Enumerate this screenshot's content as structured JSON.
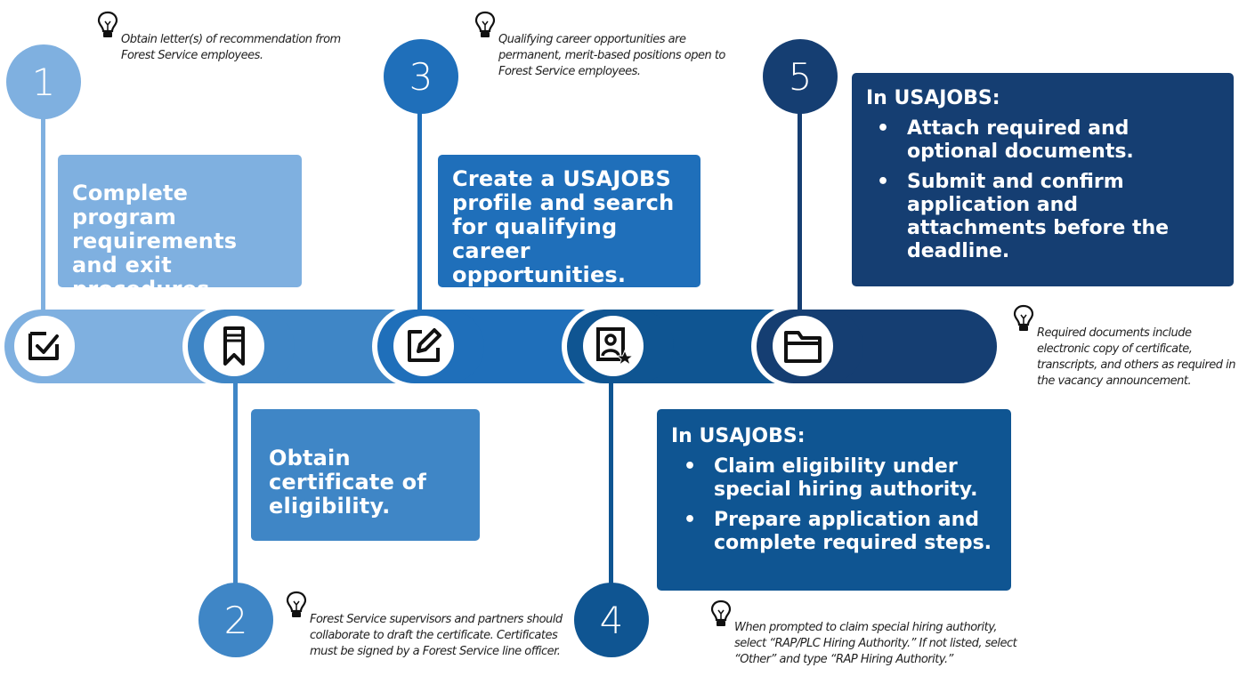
{
  "colors": {
    "step1": "#7fb0e0",
    "step2": "#3f86c6",
    "step3": "#1f6fba",
    "step4": "#0f5592",
    "step5": "#153e72"
  },
  "steps": [
    {
      "number": "1",
      "icon": "checklist-icon",
      "text": "Complete program requirements and exit procedures.",
      "note": "Obtain letter(s) of recommendation from Forest Service employees."
    },
    {
      "number": "2",
      "icon": "bookmark-icon",
      "text": "Obtain certificate of eligibility.",
      "note": "Forest Service supervisors and partners should collaborate to draft the certificate. Certificates must be signed by a Forest Service line officer."
    },
    {
      "number": "3",
      "icon": "edit-icon",
      "text": "Create a USAJOBS profile and search for qualifying career opportunities.",
      "note": "Qualifying career opportunities are permanent, merit-based positions open to Forest Service employees."
    },
    {
      "number": "4",
      "icon": "profile-star-icon",
      "heading": "In USAJOBS:",
      "bullets": [
        "Claim eligibility under special hiring authority.",
        "Prepare application and complete required steps."
      ],
      "note": "When prompted to claim special hiring authority, select “RAP/PLC Hiring Authority.” If not listed, select “Other” and type “RAP Hiring Authority.”"
    },
    {
      "number": "5",
      "icon": "folder-icon",
      "heading": "In USAJOBS:",
      "bullets": [
        "Attach required and optional documents.",
        "Submit and confirm application and attachments before the deadline."
      ],
      "note": "Required documents include electronic copy of certificate, transcripts, and others as required in the vacancy announcement."
    }
  ]
}
